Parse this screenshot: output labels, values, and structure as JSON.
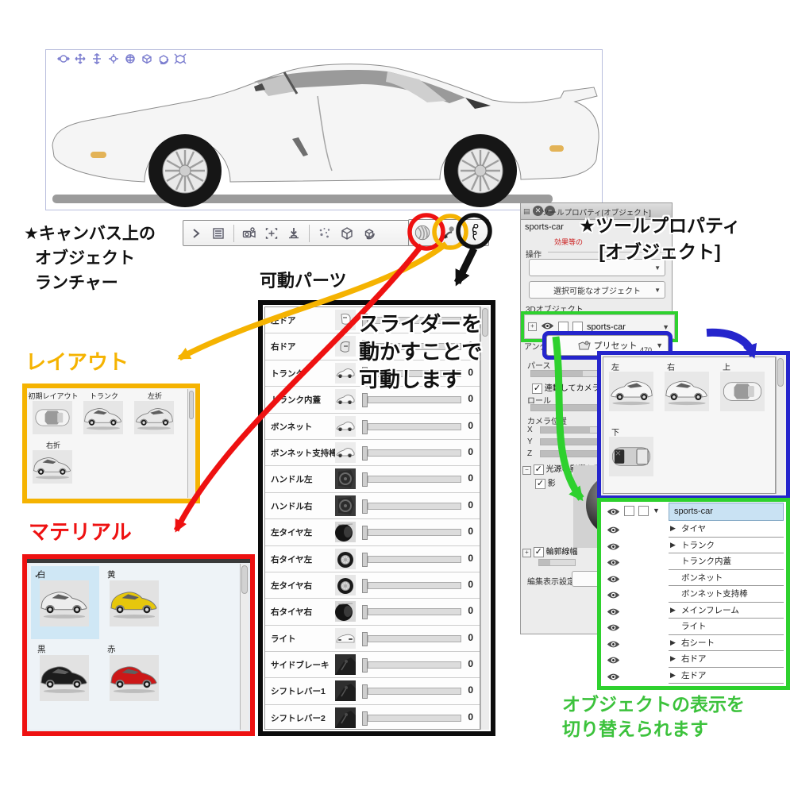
{
  "colors": {
    "red": "#ee1111",
    "yellow": "#f5b301",
    "black": "#111111",
    "blue": "#2525cc",
    "green": "#2ed12e"
  },
  "canvas": {
    "manip_icons": [
      {
        "name": "camera-orbit-icon"
      },
      {
        "name": "camera-pan-icon"
      },
      {
        "name": "camera-zoom-icon"
      },
      {
        "name": "object-move-icon"
      },
      {
        "name": "object-rotate-3d-icon"
      },
      {
        "name": "object-rotate-y-icon"
      },
      {
        "name": "object-rotate-plane-icon"
      },
      {
        "name": "object-scale-icon"
      }
    ]
  },
  "launcher": {
    "toolbar_icons": [
      {
        "name": "collapse-arrow-icon",
        "type": "arrow"
      },
      {
        "name": "tool-detail-icon",
        "type": "list"
      },
      {
        "type": "sep"
      },
      {
        "name": "camera-angle-icon",
        "type": "camera"
      },
      {
        "name": "focus-target-icon",
        "type": "target"
      },
      {
        "name": "ground-drop-icon",
        "type": "drop"
      },
      {
        "type": "sep"
      },
      {
        "name": "scatter-parts-icon",
        "type": "scatter"
      },
      {
        "name": "cube-3d-icon",
        "type": "cube"
      },
      {
        "name": "rotate-object-icon",
        "type": "rotcube"
      }
    ],
    "circled_icons": [
      {
        "name": "material-icon",
        "type": "sphere",
        "circle": "red"
      },
      {
        "name": "layout-icon",
        "type": "pose",
        "circle": "yellow"
      },
      {
        "name": "movable-parts-icon",
        "type": "joint",
        "circle": "black"
      }
    ]
  },
  "annotations": {
    "launcher_label_lines": [
      "★キャンバス上の",
      "オブジェクト",
      "ランチャー"
    ],
    "movable_label": "可動パーツ",
    "slider_note_lines": [
      "スライダーを",
      "動かすことで",
      "可動します"
    ],
    "tool_prop_label_lines": [
      "★ツールプロパティ",
      "[オブジェクト]"
    ],
    "layout_label": "レイアウト",
    "material_label": "マテリアル",
    "tree_note_lines": [
      "オブジェクトの表示を",
      "切り替えられます"
    ]
  },
  "layout_panel": {
    "items": [
      {
        "label": "初期レイアウト",
        "thumb": "top"
      },
      {
        "label": "トランク",
        "thumb": "trunk"
      },
      {
        "label": "左折",
        "thumb": "fold-l"
      },
      {
        "label": "右折",
        "thumb": "fold-r"
      }
    ]
  },
  "material_panel": {
    "items": [
      {
        "label": "白",
        "selected": true,
        "color": "#ededed"
      },
      {
        "label": "黄",
        "selected": false,
        "color": "#e6c70c"
      },
      {
        "label": "黒",
        "selected": false,
        "color": "#1c1c1c"
      },
      {
        "label": "赤",
        "selected": false,
        "color": "#cc1717"
      }
    ]
  },
  "movable_parts": {
    "rows": [
      {
        "label": "左ドア",
        "value": "0",
        "thumb": "door-left"
      },
      {
        "label": "右ドア",
        "value": "0",
        "thumb": "door-right"
      },
      {
        "label": "トランク",
        "value": "0",
        "thumb": "car-side"
      },
      {
        "label": "トランク内蓋",
        "value": "0",
        "thumb": "car-side"
      },
      {
        "label": "ボンネット",
        "value": "0",
        "thumb": "car-side"
      },
      {
        "label": "ボンネット支持棒",
        "value": "0",
        "thumb": "car-side"
      },
      {
        "label": "ハンドル左",
        "value": "0",
        "thumb": "steering"
      },
      {
        "label": "ハンドル右",
        "value": "0",
        "thumb": "steering"
      },
      {
        "label": "左タイヤ左",
        "value": "0",
        "thumb": "tire-dark"
      },
      {
        "label": "右タイヤ左",
        "value": "0",
        "thumb": "tire"
      },
      {
        "label": "左タイヤ右",
        "value": "0",
        "thumb": "tire"
      },
      {
        "label": "右タイヤ右",
        "value": "0",
        "thumb": "tire-dark"
      },
      {
        "label": "ライト",
        "value": "0",
        "thumb": "car-front"
      },
      {
        "label": "サイドブレーキ",
        "value": "0",
        "thumb": "interior"
      },
      {
        "label": "シフトレバー1",
        "value": "0",
        "thumb": "interior"
      },
      {
        "label": "シフトレバー2",
        "value": "0",
        "thumb": "interior"
      }
    ]
  },
  "tool_property": {
    "title": "ツールプロパティ[オブジェクト]",
    "tool_name": "sports-car",
    "red_note": "効果等の",
    "sections": {
      "operation_label": "操作",
      "selectable_dropdown": "選択可能なオブジェクト",
      "object3d_label": "3Dオブジェクト",
      "object_row_name": "sports-car",
      "angle_label": "アングル",
      "preset_button": "プリセット",
      "perspective_label": "パース",
      "perspective_value": "470",
      "camera_link_label": "連動してカメラ",
      "roll_label": "ロール",
      "camera_pos_label": "カメラ位置",
      "axis_x": "X",
      "axis_y": "Y",
      "axis_z": "Z",
      "light_label": "光源の影響を受ける",
      "shadow_label": "影",
      "outline_label": "輪郭線幅",
      "edit_display_label": "編集表示設定"
    }
  },
  "preset_panel": {
    "items": [
      {
        "label": "左",
        "thumb": "side-l"
      },
      {
        "label": "右",
        "thumb": "side-r"
      },
      {
        "label": "上",
        "thumb": "top"
      },
      {
        "label": "下",
        "thumb": "bottom"
      }
    ]
  },
  "object_tree": {
    "root": {
      "label": "sports-car"
    },
    "children": [
      {
        "label": "タイヤ",
        "expandable": true
      },
      {
        "label": "トランク",
        "expandable": true
      },
      {
        "label": "トランク内蓋",
        "expandable": false
      },
      {
        "label": "ボンネット",
        "expandable": false
      },
      {
        "label": "ボンネット支持棒",
        "expandable": false
      },
      {
        "label": "メインフレーム",
        "expandable": true
      },
      {
        "label": "ライト",
        "expandable": false
      },
      {
        "label": "右シート",
        "expandable": true
      },
      {
        "label": "右ドア",
        "expandable": true
      },
      {
        "label": "左ドア",
        "expandable": true
      }
    ]
  }
}
